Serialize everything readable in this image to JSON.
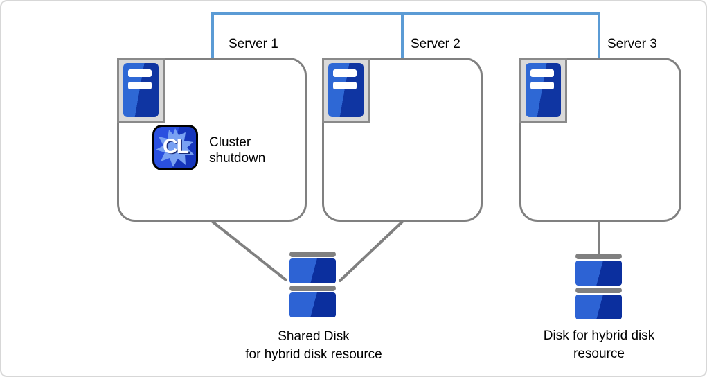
{
  "servers": [
    {
      "label": "Server 1"
    },
    {
      "label": "Server 2"
    },
    {
      "label": "Server 3"
    }
  ],
  "cluster_action": {
    "icon_text": "CL",
    "label": "Cluster\nshutdown"
  },
  "shared_disk": {
    "label": "Shared Disk\nfor hybrid disk resource"
  },
  "hybrid_disk": {
    "label": "Disk for hybrid disk\nresource"
  },
  "colors": {
    "interconnect_blue": "#5B9BD5",
    "line_gray": "#808080",
    "box_border_gray": "#808080",
    "plate_gray": "#d9d9d9",
    "server_blue_light": "#2e68d5",
    "server_blue_dark": "#0f35a2",
    "disk_blue_light": "#2d63d4",
    "disk_blue_dark": "#0b2f9e",
    "cl_splash_blue": "#79a1f2"
  }
}
